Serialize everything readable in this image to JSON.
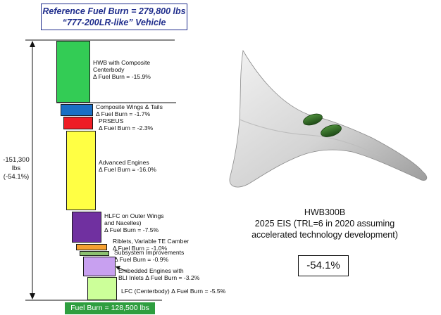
{
  "reference": {
    "line1": "Reference Fuel Burn = 279,800 lbs",
    "line2": "“777-200LR-like” Vehicle"
  },
  "total_reduction": {
    "lbs": "-151,300 lbs",
    "pct": "(-54.1%)"
  },
  "final_fuel": "Fuel Burn = 128,500 lbs",
  "steps": [
    {
      "lines": [
        "HWB with Composite",
        "Centerbody",
        "Δ Fuel Burn = -15.9%"
      ],
      "delta": -15.9,
      "color": "#33cc55"
    },
    {
      "lines": [
        "Composite Wings & Tails",
        "Δ Fuel Burn = -1.7%"
      ],
      "delta": -1.7,
      "color": "#1a6fc4"
    },
    {
      "lines": [
        "PRSEUS",
        "Δ Fuel Burn = -2.3%"
      ],
      "delta": -2.3,
      "color": "#ee1c25"
    },
    {
      "lines": [
        "Advanced Engines",
        "Δ Fuel Burn = -16.0%"
      ],
      "delta": -16.0,
      "color": "#ffff44"
    },
    {
      "lines": [
        "HLFC on Outer Wings",
        "and Nacelles)",
        "Δ Fuel Burn = -7.5%"
      ],
      "delta": -7.5,
      "color": "#7030a0"
    },
    {
      "lines": [
        "Riblets, Variable TE Camber",
        "Δ Fuel Burn = -1.0%"
      ],
      "delta": -1.0,
      "color": "#f5a030"
    },
    {
      "lines": [
        "Subsystem Improvements",
        "Δ Fuel Burn = -0.9%"
      ],
      "delta": -0.9,
      "color": "#8cc070"
    },
    {
      "lines": [
        "Embedded Engines with",
        "BLI Inlets Δ Fuel Burn = -3.2%"
      ],
      "delta": -3.2,
      "color": "#c8a0f0"
    },
    {
      "lines": [
        "LFC (Centerbody) Δ Fuel Burn = -5.5%"
      ],
      "delta": -5.5,
      "color": "#ccff99"
    }
  ],
  "vehicle": {
    "name": "HWB300B",
    "line2": "2025 EIS (TRL=6 in 2020 assuming",
    "line3": "accelerated technology development)"
  },
  "reduction_box": "-54.1%",
  "colors": {
    "ref_text": "#1f2d8c",
    "final_fill": "#2e9e3f"
  }
}
